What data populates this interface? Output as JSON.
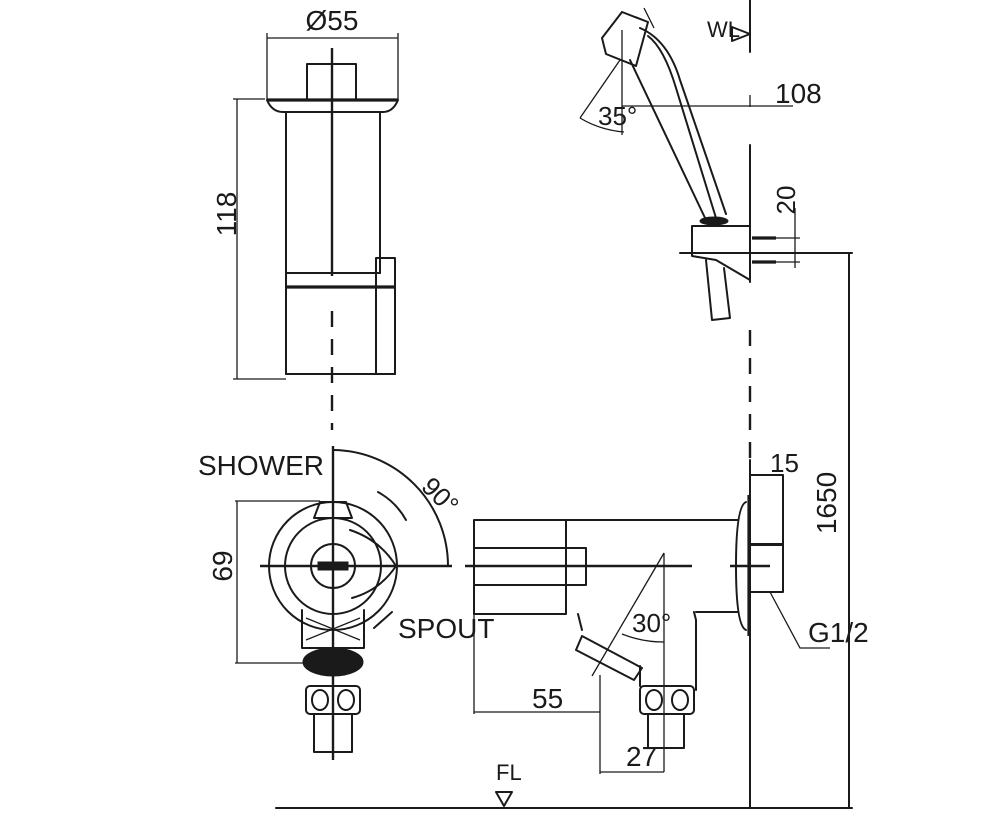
{
  "drawing": {
    "title": "Shower mixer faucet technical drawing",
    "line_color": "#1a1a1a",
    "background": "#ffffff",
    "top_view": {
      "diameter_label": "Ø55",
      "height_label": "118"
    },
    "shower_head_view": {
      "wall_marker_label": "WL",
      "height_label": "108",
      "angle_label": "35°",
      "bracket_label": "20"
    },
    "front_view": {
      "shower_label": "SHOWER",
      "spout_label": "SPOUT",
      "rotation_angle_label": "90°",
      "height_label": "69"
    },
    "side_view": {
      "wall_offset_label": "15",
      "total_height_label": "1650",
      "thread_label": "G1/2",
      "spout_angle_label": "30°",
      "depth_label": "55",
      "outlet_offset_label": "27",
      "floor_label": "FL"
    }
  }
}
